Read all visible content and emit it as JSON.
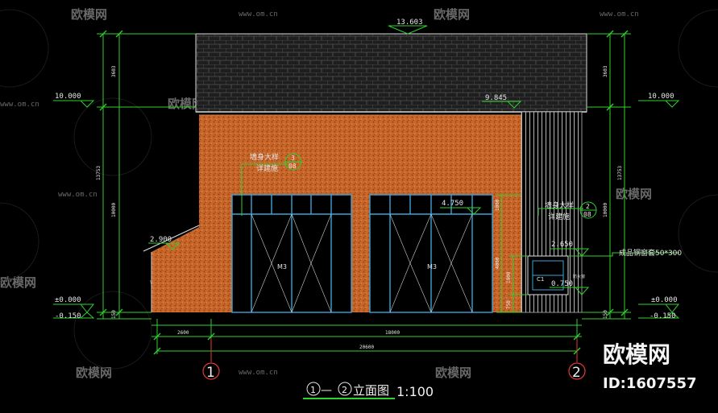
{
  "drawing": {
    "top_elevation": "13.603",
    "left_level_upper": "10.000",
    "right_level_upper": "10.000",
    "eave_level": "9.845",
    "ground_left": "±0.000",
    "ground_right": "±0.000",
    "ground_left_below": "-0.150",
    "ground_right_below": "-0.150",
    "canopy_level": "2.900",
    "lintel_level": "4.750",
    "window_top_level": "2.650",
    "window_bottom_level": "0.750",
    "door_label_left": "M3",
    "door_label_right": "M3",
    "window_label": "C1",
    "window_note": "防火窗",
    "callout_left_title": "墙身大样",
    "callout_left_sub": "详建施",
    "callout_left_num": "3",
    "callout_left_sheet": "08",
    "callout_right_title": "墙身大样",
    "callout_right_sub": "详建施",
    "callout_right_num": "2",
    "callout_right_sheet": "08",
    "steel_note": "成品钢窗套50*300",
    "dim_bottom_left": "2600",
    "dim_bottom_main": "18000",
    "dim_bottom_total": "20600",
    "dim_v_left_top": "3603",
    "dim_v_left_mid": "10000",
    "dim_v_left_total": "13753",
    "dim_v_left_bot": "150",
    "dim_v_right_top": "3603",
    "dim_v_right_mid": "10000",
    "dim_v_right_total": "13753",
    "dim_v_right_bot": "150",
    "dim_v_window_a": "1900",
    "dim_v_window_b": "4000",
    "dim_v_window_c": "750",
    "dim_v_lintel": "1000",
    "axis_left": "1",
    "axis_right": "2",
    "title_circle_a": "1",
    "title_dash": "—",
    "title_circle_b": "2",
    "title_text": "立面图",
    "title_scale": "1:100"
  },
  "watermark": {
    "brand": "欧模网",
    "url": "www.om.cn",
    "id_label": "ID:1607557"
  },
  "colors": {
    "wall": "#c8662a",
    "roof": "#262626",
    "dim_green": "#2fd12f",
    "frame_blue": "#3da4d8",
    "axis_red": "#e03a3a"
  }
}
